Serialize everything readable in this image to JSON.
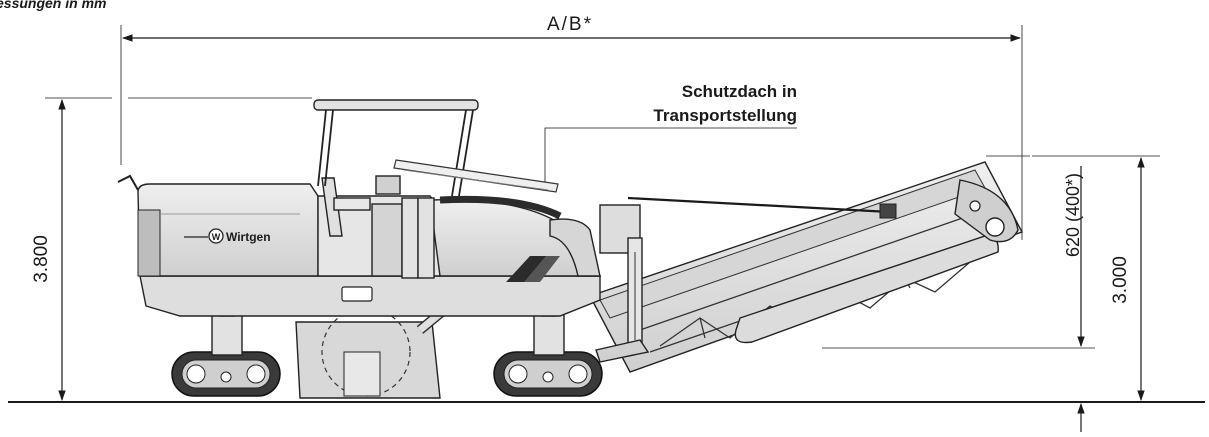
{
  "heading": "essungen in mm",
  "dimensions": {
    "length_label": "A/B*",
    "height_label": "3.800",
    "conveyor_height_label": "3.000",
    "conveyor_clearance_label": "620 (400*)"
  },
  "callout": {
    "line1": "Schutzdach in",
    "line2": "Transportstellung"
  },
  "brand": "Wirtgen",
  "colors": {
    "body": "#e4e4e4",
    "body_shadow": "#c8c8c8",
    "dark": "#2b2b2b",
    "line": "#1a1a1a"
  }
}
